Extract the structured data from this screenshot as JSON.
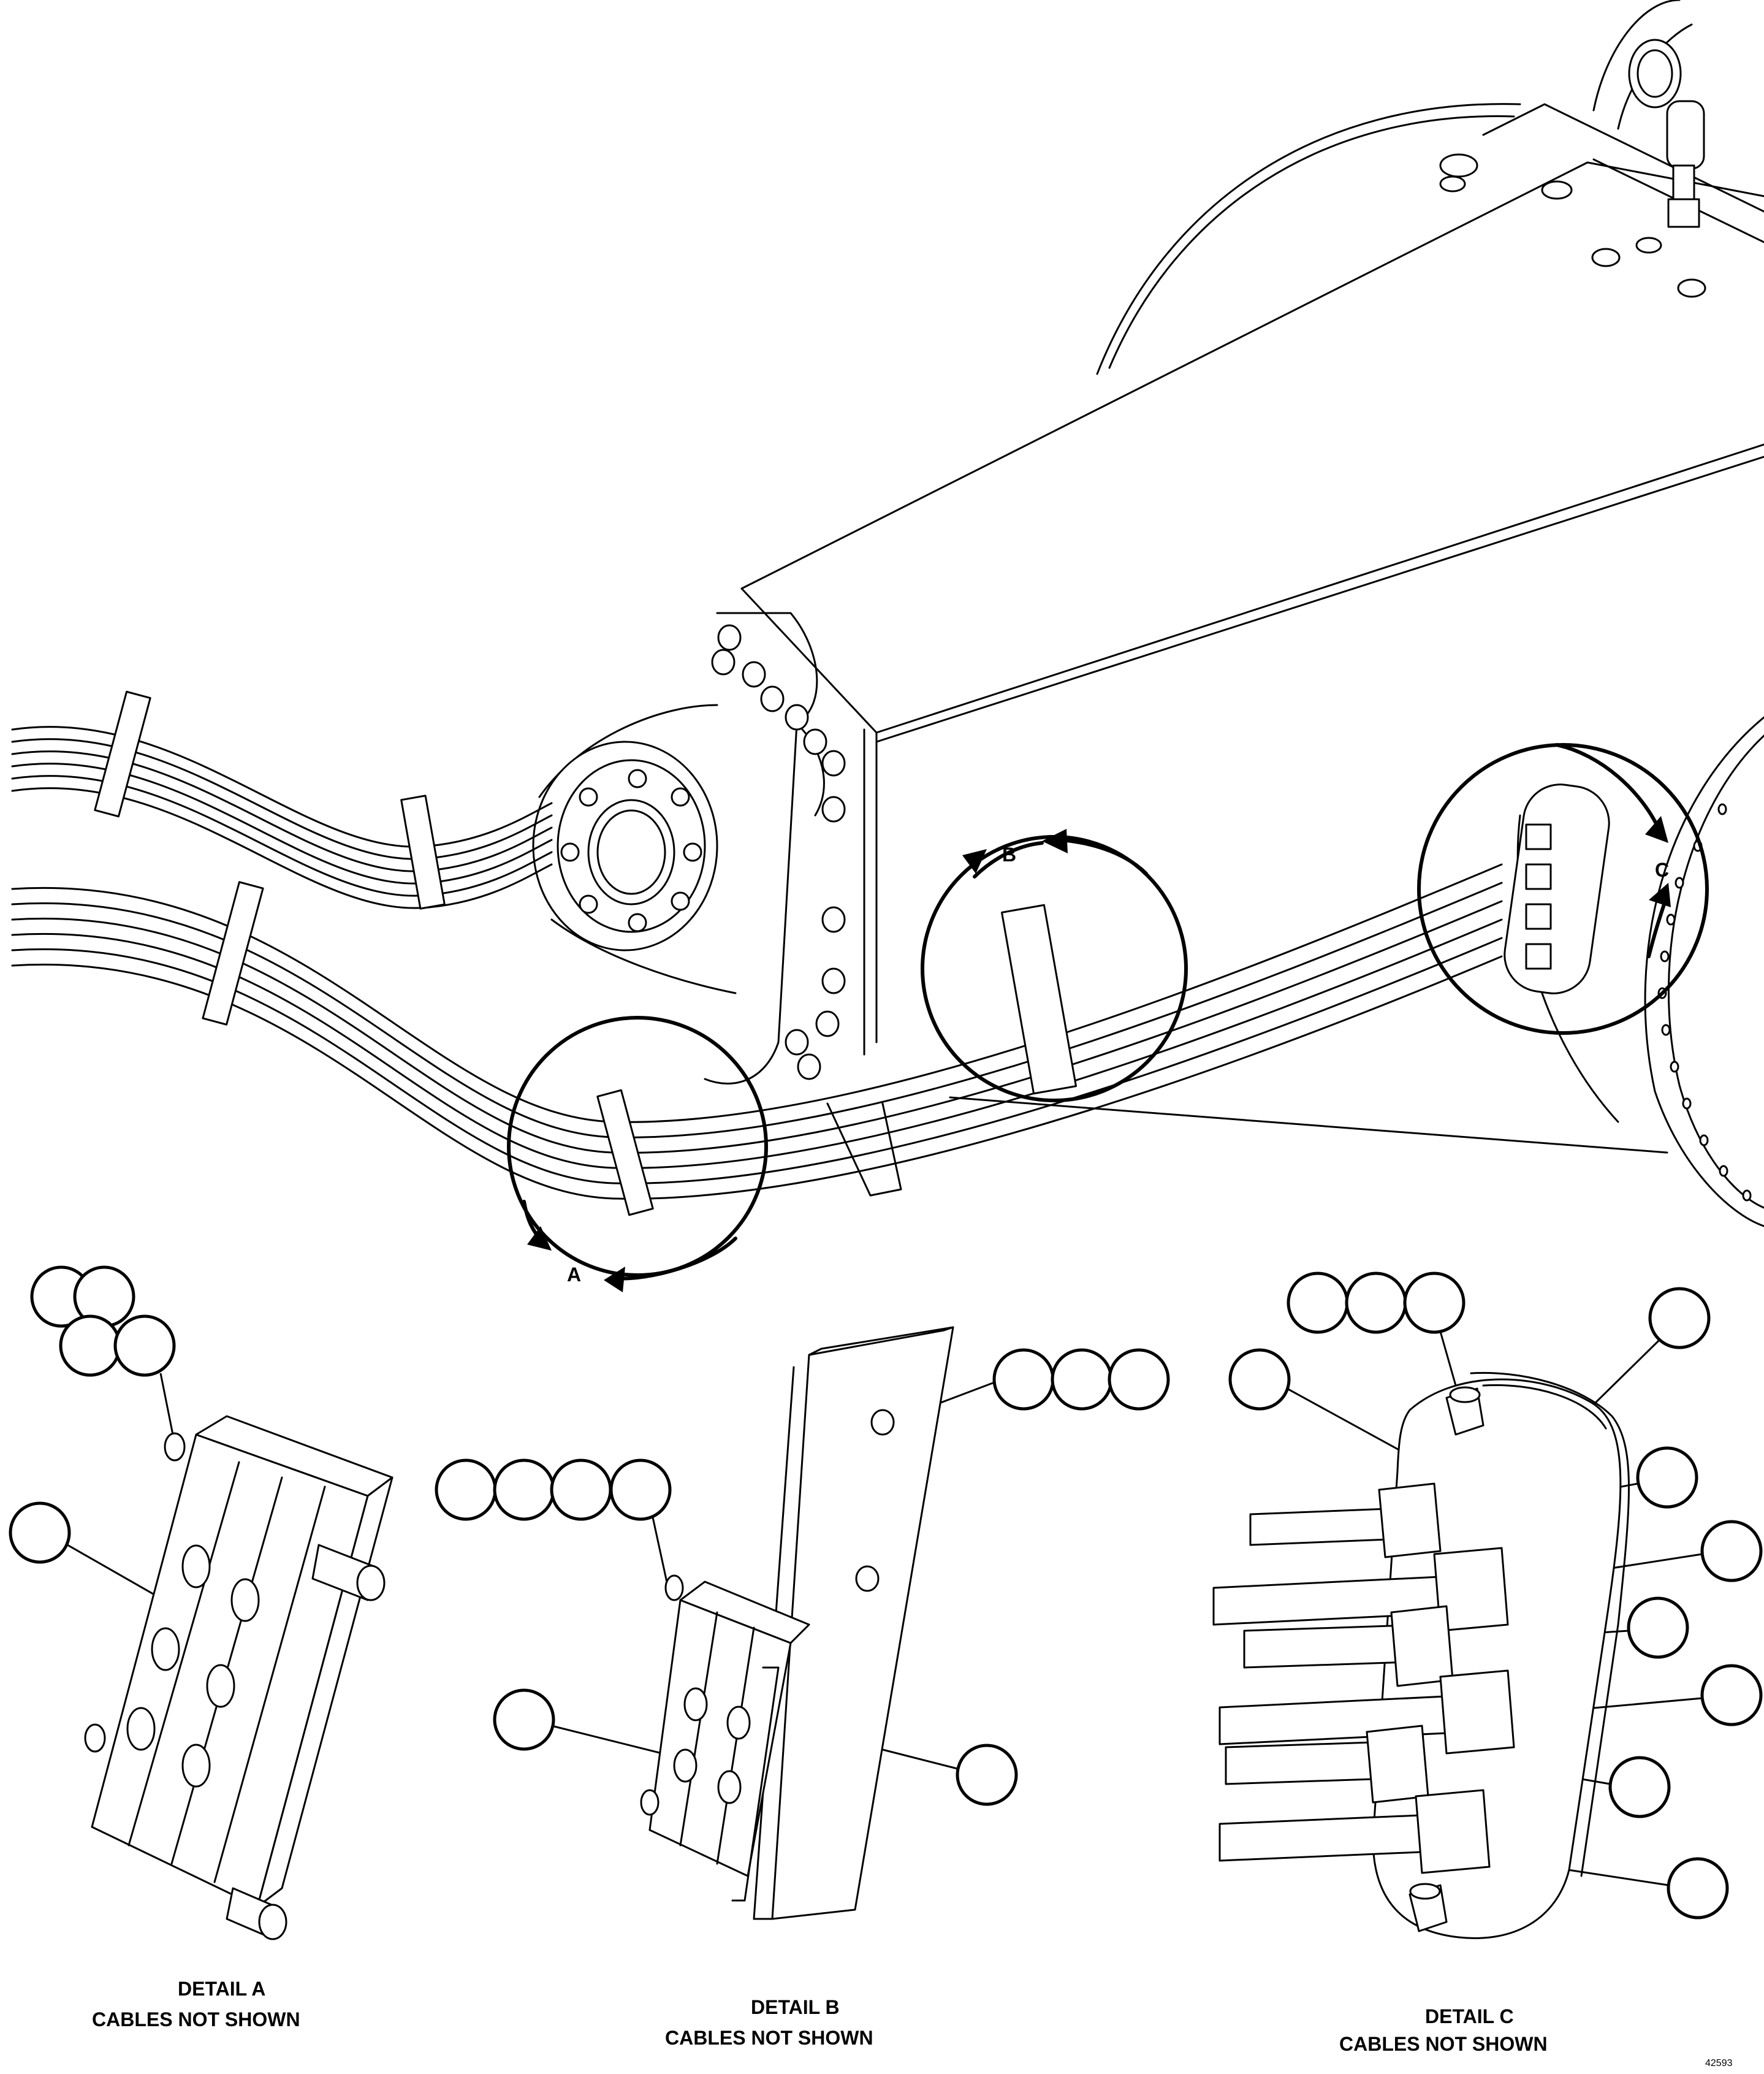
{
  "details": {
    "a": {
      "letter": "A",
      "title": "DETAIL A",
      "note": "CABLES NOT SHOWN"
    },
    "b": {
      "letter": "B",
      "title": "DETAIL B",
      "note": "CABLES NOT SHOWN"
    },
    "c": {
      "letter": "C",
      "title": "DETAIL C",
      "note": "CABLES NOT SHOWN"
    }
  },
  "figure_ref": "42593"
}
